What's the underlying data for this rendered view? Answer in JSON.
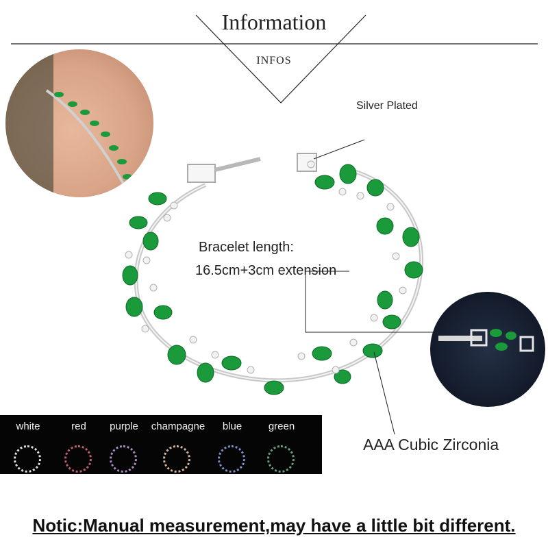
{
  "header": {
    "title": "Information",
    "subtitle": "INFOS"
  },
  "annotations": {
    "material": "Silver Plated",
    "length_title": "Bracelet length:",
    "length_value": "16.5cm+3cm extension",
    "stone": "AAA Cubic Zirconia"
  },
  "colors_panel": {
    "options": [
      {
        "label": "white",
        "ring_color": "#e0e0e0"
      },
      {
        "label": "red",
        "ring_color": "#c06070"
      },
      {
        "label": "purple",
        "ring_color": "#a88ac0"
      },
      {
        "label": "champagne",
        "ring_color": "#d6b49a"
      },
      {
        "label": "blue",
        "ring_color": "#7a90c8"
      },
      {
        "label": "green",
        "ring_color": "#6aa080"
      }
    ]
  },
  "notice": "Notic:Manual measurement,may have a little bit different.",
  "palette": {
    "emerald": "#1a9a3a",
    "silver": "#c8c8c8",
    "line": "#222222"
  }
}
